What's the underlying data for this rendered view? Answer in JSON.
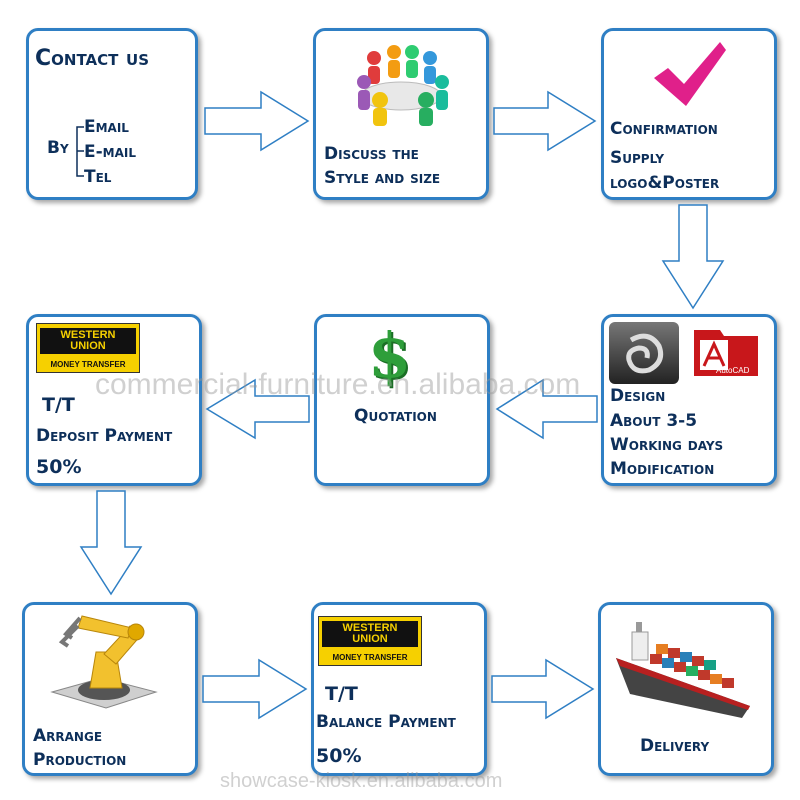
{
  "steps": {
    "contact": {
      "title": "Contact us",
      "by": "By",
      "methods": [
        "Email",
        "E-mail",
        "Tel"
      ]
    },
    "discuss": {
      "lines": [
        "Discuss the",
        "Style and size"
      ]
    },
    "confirm": {
      "lines": [
        "Confirmation",
        "Supply",
        "logo&Poster"
      ]
    },
    "design": {
      "lines": [
        "Design",
        "About 3-5",
        "Working days",
        "Modification"
      ],
      "autocad_label": "AutoCAD"
    },
    "quotation": {
      "label": "Quotation",
      "symbol": "$"
    },
    "deposit": {
      "lines": [
        "T/T",
        "Deposit Payment",
        "50%"
      ]
    },
    "production": {
      "lines": [
        "Arrange",
        "Production"
      ]
    },
    "balance": {
      "lines": [
        "T/T",
        "Balance Payment",
        "50%"
      ]
    },
    "delivery": {
      "label": "Delivery"
    }
  },
  "western_union": {
    "line1": "WESTERN",
    "line2": "UNION",
    "line3": "MONEY TRANSFER"
  },
  "watermarks": {
    "center": "commercial-furniture.en.alibaba.com",
    "bottom": "showcase-kiosk.en.alibaba.com"
  },
  "colors": {
    "border": "#2f7fc4",
    "text": "#0d2f5a",
    "check": "#e0208a",
    "dollar": "#2e9e3a",
    "wu_yellow": "#f6d000"
  }
}
